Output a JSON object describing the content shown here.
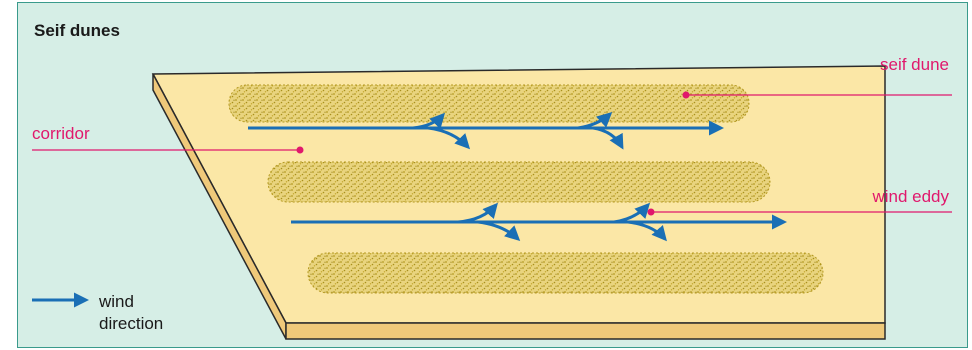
{
  "title": "Seif dunes",
  "labels": {
    "seif_dune": "seif dune",
    "corridor": "corridor",
    "wind_eddy": "wind eddy"
  },
  "legend": {
    "label": "wind direction",
    "line1": "wind",
    "line2": "direction"
  },
  "colors": {
    "panel_background": "#d6eee6",
    "panel_border": "#3a9a8c",
    "sand_surface": "#fbe7a6",
    "sand_side": "#efc97a",
    "dune_speckle": "#b59a22",
    "arrow": "#1a6fb5",
    "label": "#e0186c"
  }
}
